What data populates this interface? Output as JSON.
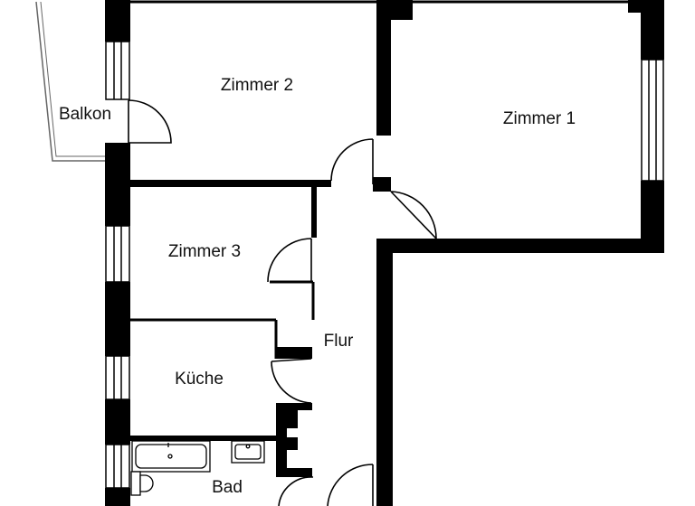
{
  "floorplan": {
    "rooms": [
      {
        "id": "zimmer2",
        "label": "Zimmer 2"
      },
      {
        "id": "zimmer1",
        "label": "Zimmer 1"
      },
      {
        "id": "zimmer3",
        "label": "Zimmer 3"
      },
      {
        "id": "flur",
        "label": "Flur"
      },
      {
        "id": "kueche",
        "label": "Küche"
      },
      {
        "id": "bad",
        "label": "Bad"
      },
      {
        "id": "balkon",
        "label": "Balkon"
      }
    ]
  },
  "colors": {
    "wall": "#000000",
    "background": "#ffffff",
    "line": "#000000",
    "balcony_line": "#666666"
  },
  "icons": [
    "door-swing-icon",
    "window-icon",
    "bathtub-icon",
    "sink-icon",
    "toilet-icon"
  ]
}
